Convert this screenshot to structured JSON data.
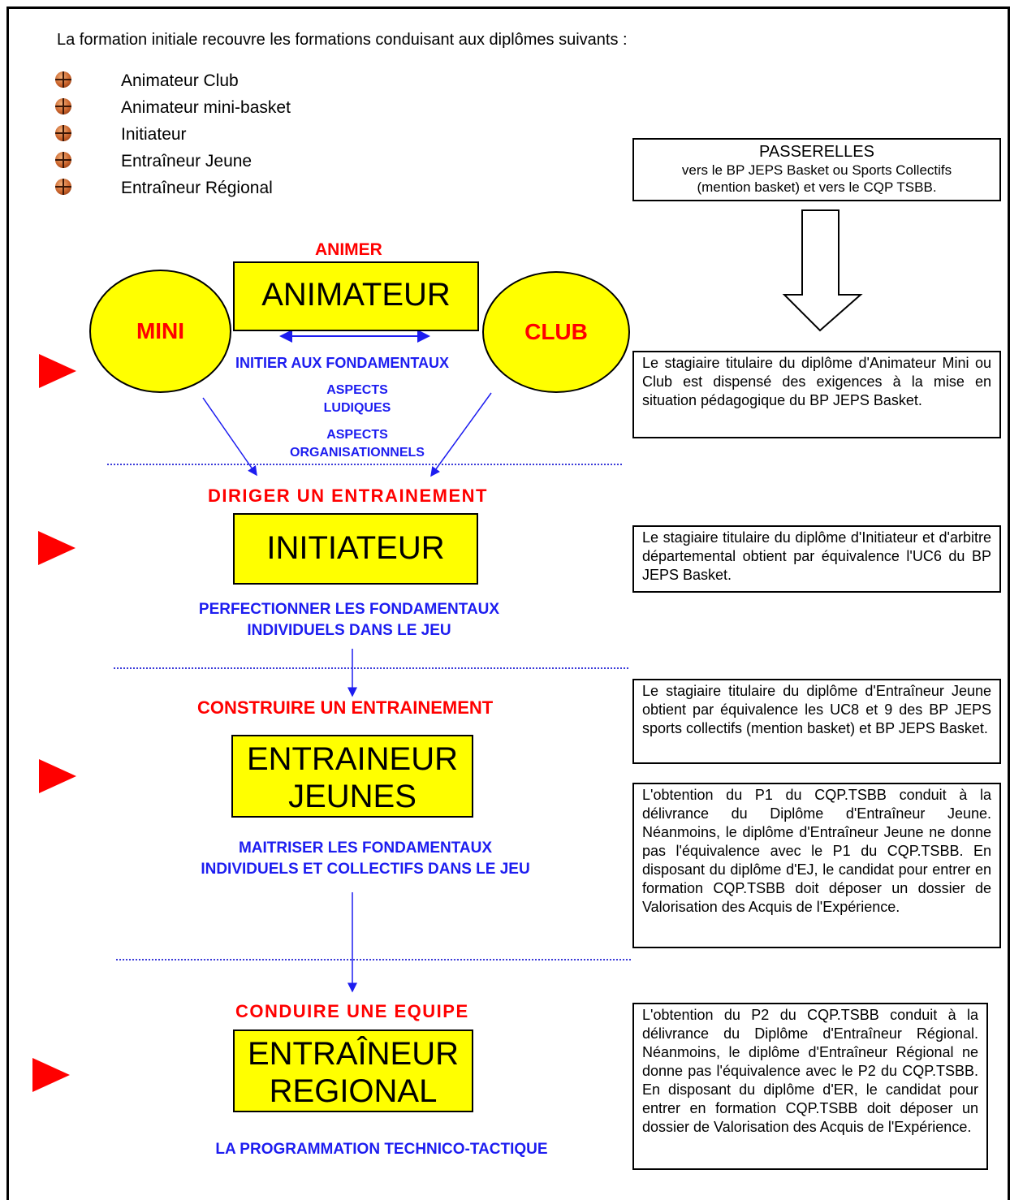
{
  "intro": "La formation initiale recouvre les formations conduisant aux diplômes suivants :",
  "diplomas": [
    {
      "label": "Animateur Club",
      "icon": "basketball-icon"
    },
    {
      "label": "Animateur mini-basket",
      "icon": "basketball-icon"
    },
    {
      "label": "Initiateur",
      "icon": "basketball-icon"
    },
    {
      "label": "Entraîneur Jeune",
      "icon": "basketball-icon"
    },
    {
      "label": "Entraîneur Régional",
      "icon": "basketball-icon"
    }
  ],
  "passerelles": {
    "title": "PASSERELLES",
    "line1": "vers le BP JEPS Basket ou Sports Collectifs",
    "line2": "(mention basket) et vers le CQP TSBB."
  },
  "level1": {
    "objective": "ANIMER",
    "box": "ANIMATEUR",
    "mini": "MINI",
    "club": "CLUB",
    "sub1": "INITIER AUX FONDAMENTAUX",
    "sub2a": "ASPECTS",
    "sub2b": "LUDIQUES",
    "sub3a": "ASPECTS",
    "sub3b": "ORGANISATIONNELS",
    "note": "Le stagiaire titulaire du diplôme d'Animateur Mini ou Club est dispensé des exigences à la mise en situation pédagogique du BP JEPS Basket."
  },
  "level2": {
    "objective": "DIRIGER UN ENTRAINEMENT",
    "box": "INITIATEUR",
    "sub1": "PERFECTIONNER LES FONDAMENTAUX",
    "sub2": "INDIVIDUELS DANS LE JEU",
    "note": "Le stagiaire titulaire du diplôme d'Initiateur et d'arbitre départemental obtient par équivalence l'UC6 du BP JEPS Basket."
  },
  "level3": {
    "objective": "CONSTRUIRE UN ENTRAINEMENT",
    "box_line1": "ENTRAINEUR",
    "box_line2": "JEUNES",
    "sub1": "MAITRISER LES FONDAMENTAUX",
    "sub2": "INDIVIDUELS ET COLLECTIFS DANS LE JEU",
    "note1": "Le stagiaire titulaire du diplôme d'Entraîneur Jeune obtient par équivalence les UC8 et 9 des BP JEPS sports collectifs (mention basket) et BP JEPS Basket.",
    "note2": "L'obtention du P1 du CQP.TSBB conduit à la délivrance du Diplôme d'Entraîneur Jeune. Néanmoins, le diplôme d'Entraîneur Jeune ne donne pas l'équivalence avec le P1 du CQP.TSBB. En disposant du diplôme d'EJ, le candidat pour entrer en formation CQP.TSBB doit déposer un dossier de Valorisation des Acquis de l'Expérience."
  },
  "level4": {
    "objective": "CONDUIRE UNE EQUIPE",
    "box_line1": "ENTRAÎNEUR",
    "box_line2": "REGIONAL",
    "sub1": "LA PROGRAMMATION TECHNICO-TACTIQUE",
    "note": "L'obtention du P2 du CQP.TSBB conduit à la délivrance du Diplôme d'Entraîneur Régional. Néanmoins, le diplôme d'Entraîneur Régional ne donne pas l'équivalence avec le P2 du CQP.TSBB. En disposant du diplôme d'ER, le candidat pour entrer en formation CQP.TSBB doit déposer un dossier de Valorisation des Acquis de l'Expérience."
  },
  "colors": {
    "yellow": "#ffff00",
    "red": "#ff0000",
    "blue": "#1d1df0"
  }
}
